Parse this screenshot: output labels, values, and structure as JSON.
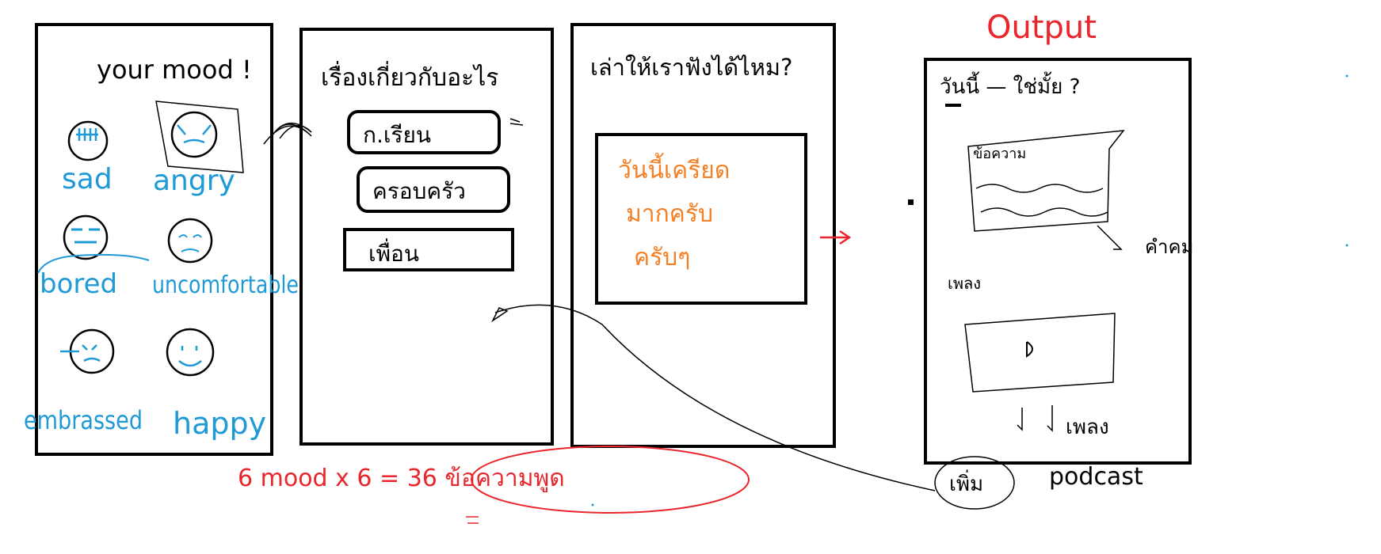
{
  "panels": {
    "mood": {
      "title": "your mood !",
      "moods": [
        "sad",
        "angry",
        "bored",
        "uncomfortable",
        "embrassed",
        "happy"
      ]
    },
    "topic": {
      "title": "เรื่องเกี่ยวกับอะไร",
      "options": [
        "ก.เรียน",
        "ครอบครัว",
        "เพื่อน"
      ]
    },
    "share": {
      "title": "เล่าให้เราฟังได้ไหม?",
      "text_lines": [
        "วันนี้เครียด",
        "มากครับ",
        "ครับๆ"
      ]
    },
    "output": {
      "header_label": "Output",
      "question": "วันนี้ — ใช่มั้ย ?",
      "card_label": "ข้อความ",
      "card_note": "คำคม",
      "section_label": "เพลง",
      "play_icon": "play-icon",
      "music_label": "เพลง"
    }
  },
  "annotations": {
    "formula": "6 mood x 6 = 36 ข้อความพูด",
    "more_label": "เพิ่ม",
    "podcast_label": "podcast"
  },
  "colors": {
    "ink": "#000000",
    "mood_blue": "#1f9ad6",
    "red": "#e8262b",
    "orange": "#f57f24"
  }
}
